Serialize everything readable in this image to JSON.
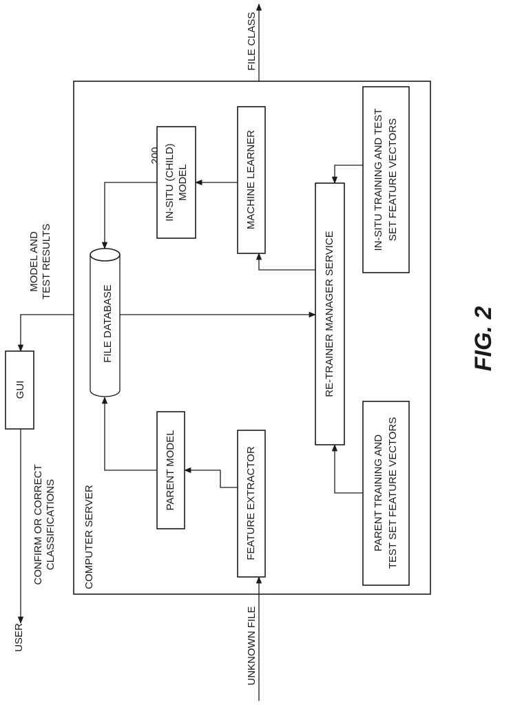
{
  "figure": {
    "label": "FIG. 2",
    "ref_number": "200"
  },
  "external": {
    "user": "USER",
    "unknown_file": "UNKNOWN FILE",
    "file_class": "FILE CLASS",
    "confirm_line1": "CONFIRM OR CORRECT",
    "confirm_line2": "CLASSIFICATIONS",
    "model_results_line1": "MODEL AND",
    "model_results_line2": "TEST RESULTS",
    "gui": "GUI"
  },
  "server": {
    "title": "COMPUTER SERVER",
    "feature_extractor": "FEATURE EXTRACTOR",
    "parent_model": "PARENT MODEL",
    "file_database": "FILE DATABASE",
    "machine_learner": "MACHINE LEARNER",
    "in_situ_model_line1": "IN-SITU (CHILD)",
    "in_situ_model_line2": "MODEL",
    "retrainer_service": "RE-TRAINER MANAGER SERVICE",
    "parent_vectors_line1": "PARENT TRAINING AND",
    "parent_vectors_line2": "TEST SET FEATURE VECTORS",
    "insitu_vectors_line1": "IN-SITU TRAINING AND TEST",
    "insitu_vectors_line2": "SET FEATURE VECTORS"
  }
}
